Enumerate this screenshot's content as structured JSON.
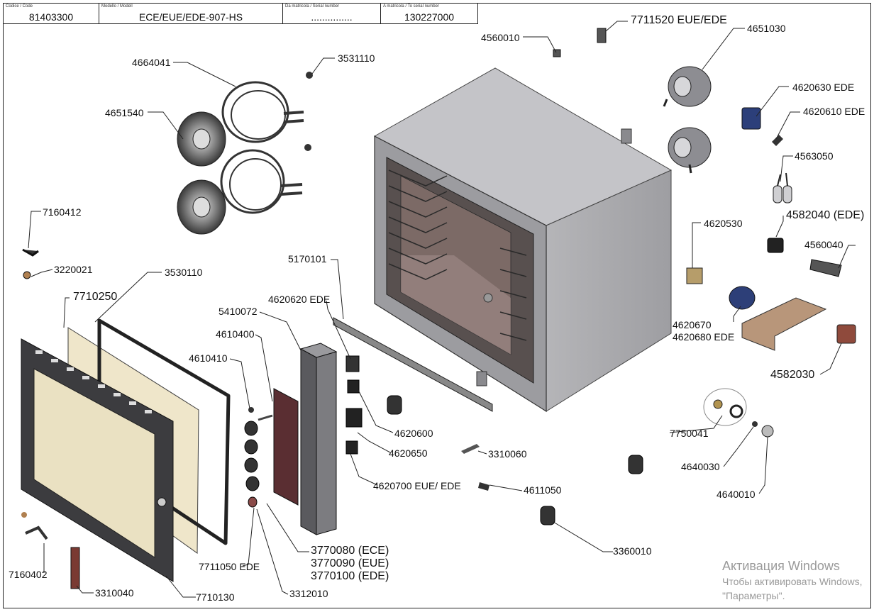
{
  "header": {
    "code_caption": "Codice / Code",
    "code_value": "81403300",
    "model_caption": "Modello / Modell",
    "model_value": "ECE/EUE/EDE-907-HS",
    "from_caption": "Da matricola / Serial number",
    "from_value": "...............",
    "to_caption": "A matricola / To serial number",
    "to_value": "130227000"
  },
  "parts": {
    "p4560010": "4560010",
    "p7711520": "7711520 EUE/EDE",
    "p4651030": "4651030",
    "p4664041": "4664041",
    "p3531110": "3531110",
    "p4651540": "4651540",
    "p4620630": "4620630  EDE",
    "p4620610": "4620610  EDE",
    "p4563050": "4563050",
    "p4582040": "4582040 (EDE)",
    "p7160412": "7160412",
    "p4620530": "4620530",
    "p4560040": "4560040",
    "p3220021": "3220021",
    "p3530110": "3530110",
    "p5170101": "5170101",
    "p7710250": "7710250",
    "p4620620": "4620620 EDE",
    "p5410072": "5410072",
    "p4610400": "4610400",
    "p4610410": "4610410",
    "p4620670": "4620670",
    "p4620680": "4620680 EDE",
    "p4582030": "4582030",
    "p4620600": "4620600",
    "p7750041": "7750041",
    "p4620650": "4620650",
    "p3310060": "3310060",
    "p4640030": "4640030",
    "p4620700": "4620700 EUE/ EDE",
    "p4611050": "4611050",
    "p4640010": "4640010",
    "p3770080": "3770080 (ECE)",
    "p3770090": "3770090 (EUE)",
    "p3770100": "3770100 (EDE)",
    "p3360010": "3360010",
    "p7160402": "7160402",
    "p7711050": "7711050 EDE",
    "p3310040": "3310040",
    "p7710130": "7710130",
    "p3312010": "3312010"
  },
  "watermark": {
    "line1": "Активация Windows",
    "line2": "Чтобы активировать Windows,",
    "line3": "\"Параметры\"."
  }
}
